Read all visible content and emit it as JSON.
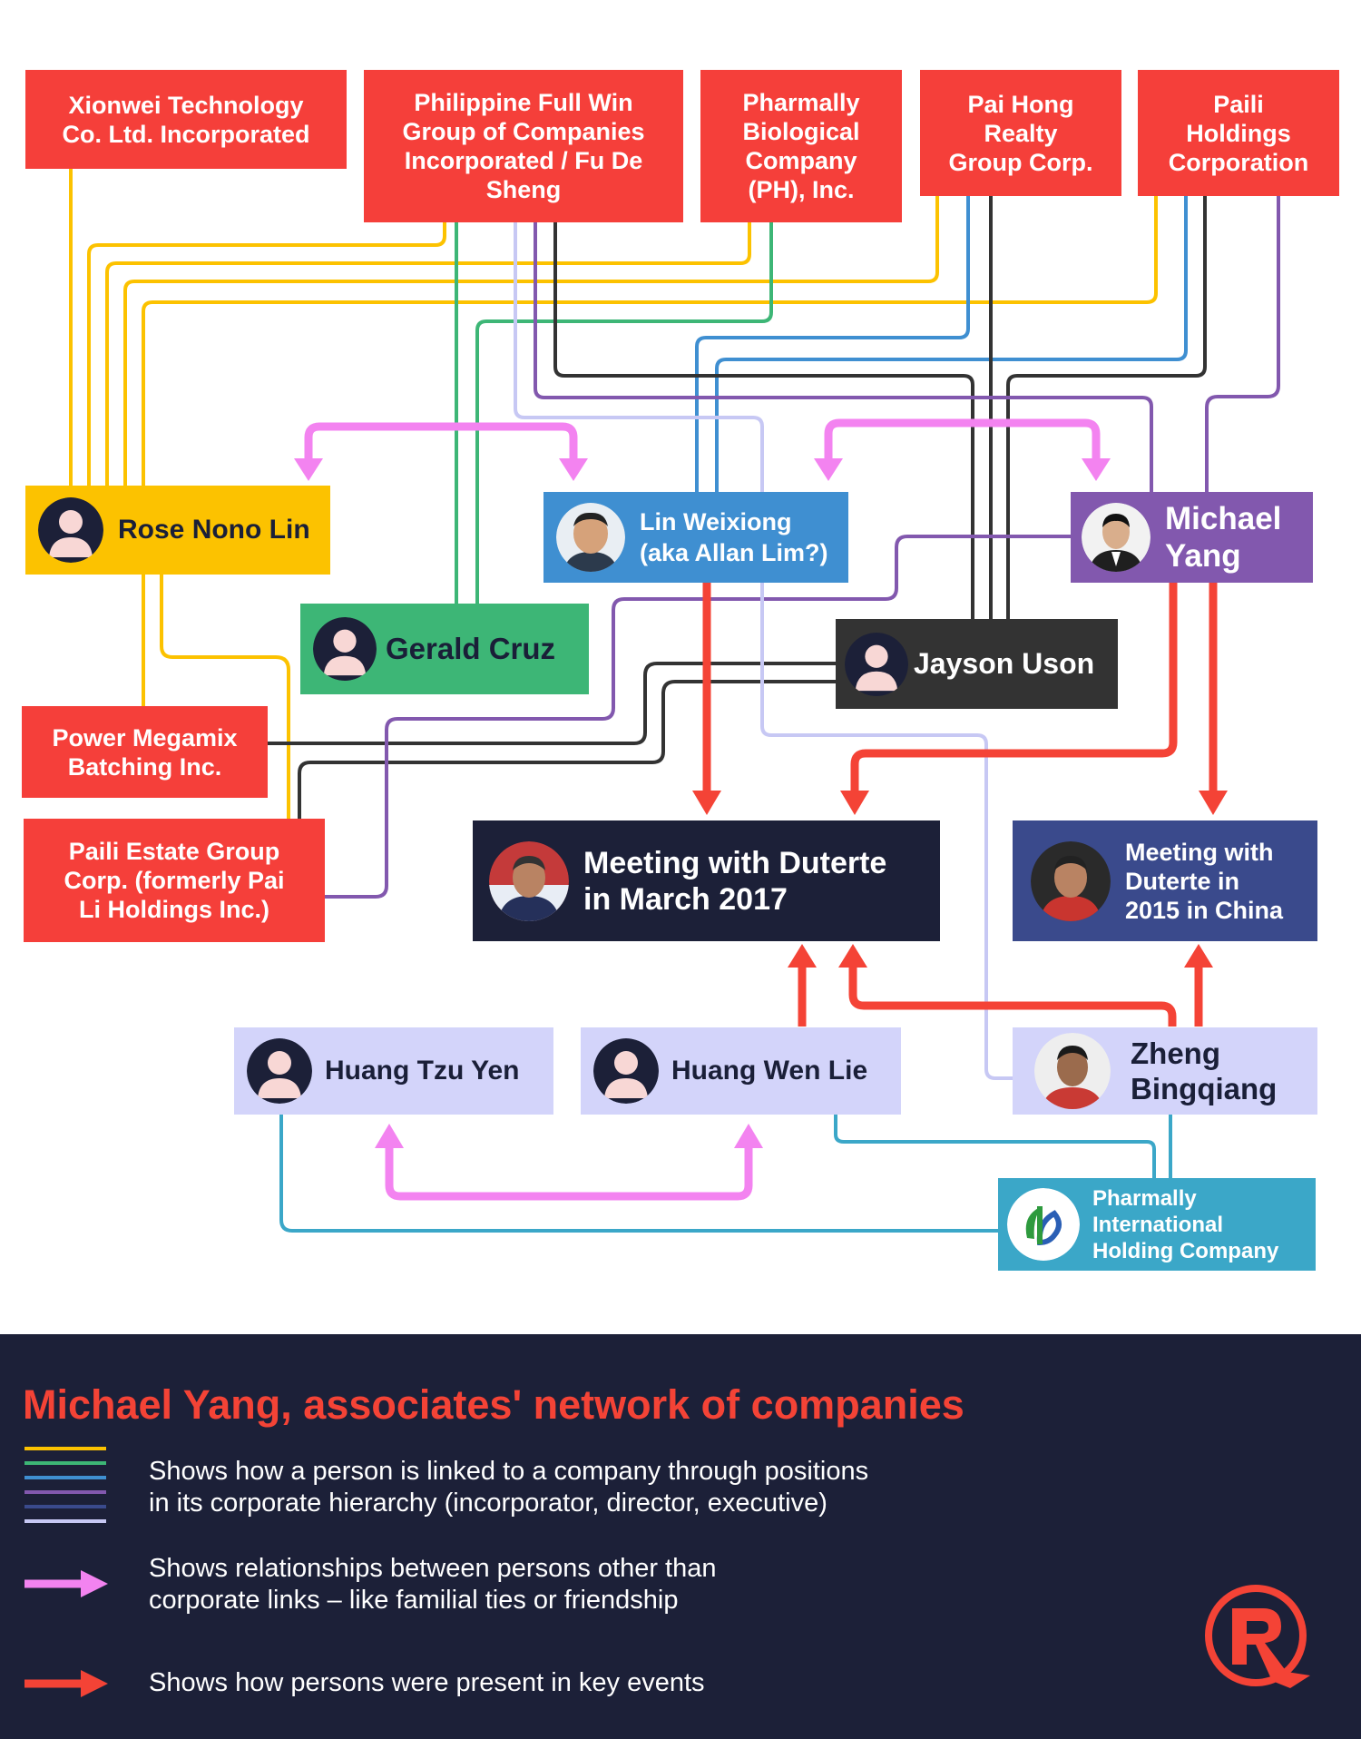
{
  "companies": {
    "xionwei": "Xionwei Technology\nCo. Ltd. Incorporated",
    "full_win": "Philippine Full Win\nGroup of Companies\nIncorporated / Fu De\nSheng",
    "pharmally_bio": "Pharmally\nBiological\nCompany\n(PH), Inc.",
    "pai_hong": "Pai Hong\nRealty\nGroup Corp.",
    "paili_holdings": "Paili\nHoldings\nCorporation",
    "power_megamix": "Power Megamix\nBatching Inc.",
    "paili_estate": "Paili Estate Group\nCorp. (formerly Pai\nLi Holdings Inc.)",
    "pharmally_intl": "Pharmally\nInternational\nHolding Company"
  },
  "persons": {
    "rose": "Rose Nono Lin",
    "lin_weixiong": "Lin Weixiong\n(aka Allan Lim?)",
    "michael_yang": "Michael\nYang",
    "gerald_cruz": "Gerald Cruz",
    "jayson_uson": "Jayson Uson",
    "huang_tzu_yen": "Huang Tzu Yen",
    "huang_wen_lie": "Huang Wen Lie",
    "zheng": "Zheng\nBingqiang"
  },
  "events": {
    "march_2017": "Meeting with Duterte\nin March 2017",
    "china_2015": "Meeting with\nDuterte in\n2015 in China"
  },
  "colors": {
    "company_red": "#f53f3a",
    "yellow": "#fcc200",
    "green": "#3db676",
    "blue": "#3f8fd1",
    "purple": "#8258ae",
    "dark": "#333333",
    "lavender": "#c7c8f4",
    "navy": "#1c2038",
    "event_blue": "#3a4a8c",
    "teal": "#3ba7c8",
    "pink": "#f383f0",
    "arrow_red": "#f44336"
  },
  "footer": {
    "title": "Michael Yang, associates' network of companies",
    "legend": [
      {
        "text": "Shows how a person is linked to a company through positions\nin its corporate hierarchy (incorporator, director, executive)",
        "icon": "multicolor-lines-icon"
      },
      {
        "text": "Shows relationships between persons other than\ncorporate links – like familial ties or friendship",
        "icon": "pink-arrow-icon"
      },
      {
        "text": "Shows how persons were present in key events",
        "icon": "red-arrow-icon"
      }
    ],
    "logo": "rappler-logo"
  }
}
